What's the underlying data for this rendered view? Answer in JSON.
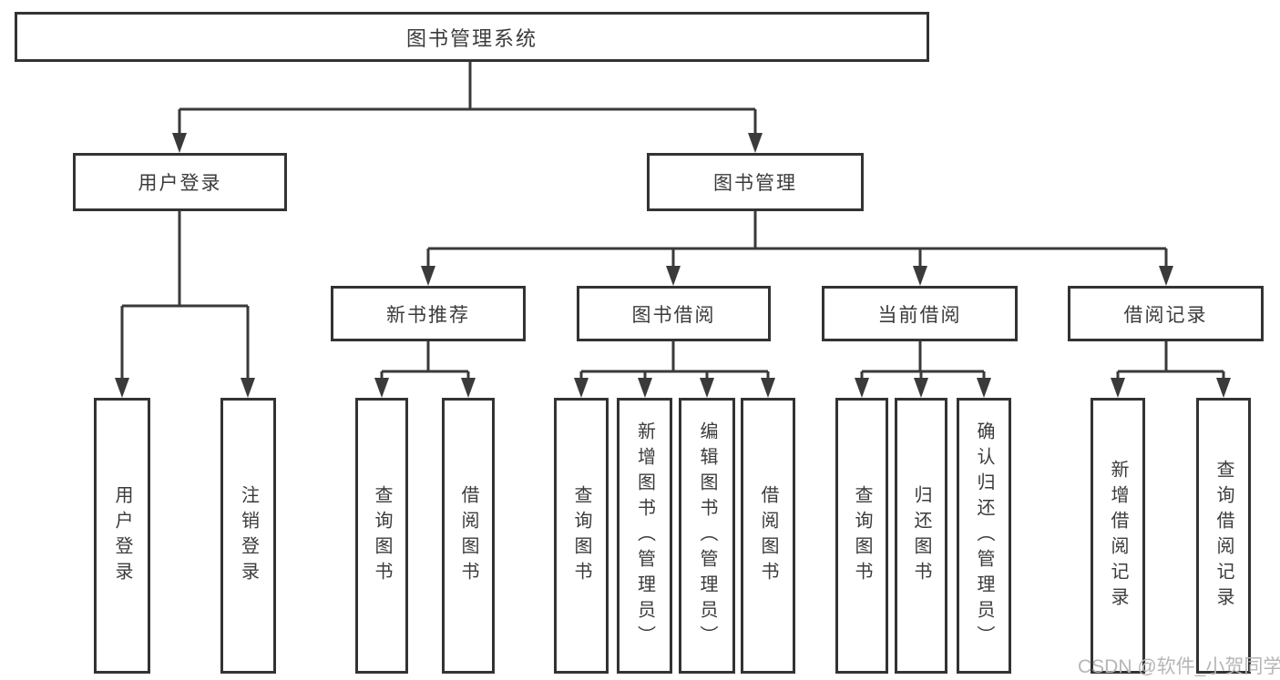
{
  "tree": {
    "label": "图书管理系统",
    "children": [
      {
        "label": "用户登录",
        "children": [
          {
            "label": "用户登录"
          },
          {
            "label": "注销登录"
          }
        ]
      },
      {
        "label": "图书管理",
        "children": [
          {
            "label": "新书推荐",
            "children": [
              {
                "label": "查询图书"
              },
              {
                "label": "借阅图书"
              }
            ]
          },
          {
            "label": "图书借阅",
            "children": [
              {
                "label": "查询图书"
              },
              {
                "label": "新增图书（管理员）"
              },
              {
                "label": "编辑图书（管理员）"
              },
              {
                "label": "借阅图书"
              }
            ]
          },
          {
            "label": "当前借阅",
            "children": [
              {
                "label": "查询图书"
              },
              {
                "label": "归还图书"
              },
              {
                "label": "确认归还（管理员）"
              }
            ]
          },
          {
            "label": "借阅记录",
            "children": [
              {
                "label": "新增借阅记录"
              },
              {
                "label": "查询借阅记录"
              }
            ]
          }
        ]
      }
    ]
  },
  "watermark": "CSDN @软件_小贺同学",
  "colors": {
    "background": "#ffffff",
    "line": "#3a3a3a",
    "box_border": "#333333",
    "text": "#3b3b3b",
    "watermark": "#b6b6b6"
  }
}
